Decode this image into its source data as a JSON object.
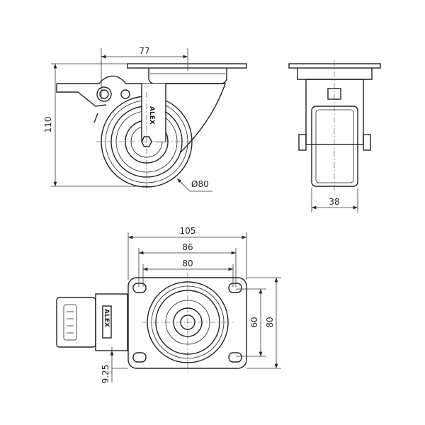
{
  "logo_text": "ALEX",
  "side_view": {
    "dim_plate_offset": "77",
    "dim_height": "110",
    "dim_wheel_diameter": "Ø80"
  },
  "front_view": {
    "dim_wheel_width": "38"
  },
  "top_view": {
    "dim_plate_length": "105",
    "dim_hole_spacing_outer": "86",
    "dim_hole_spacing_inner": "80",
    "dim_hole_spacing_vertical": "60",
    "dim_plate_width": "80",
    "dim_brake_offset": "9.25"
  }
}
